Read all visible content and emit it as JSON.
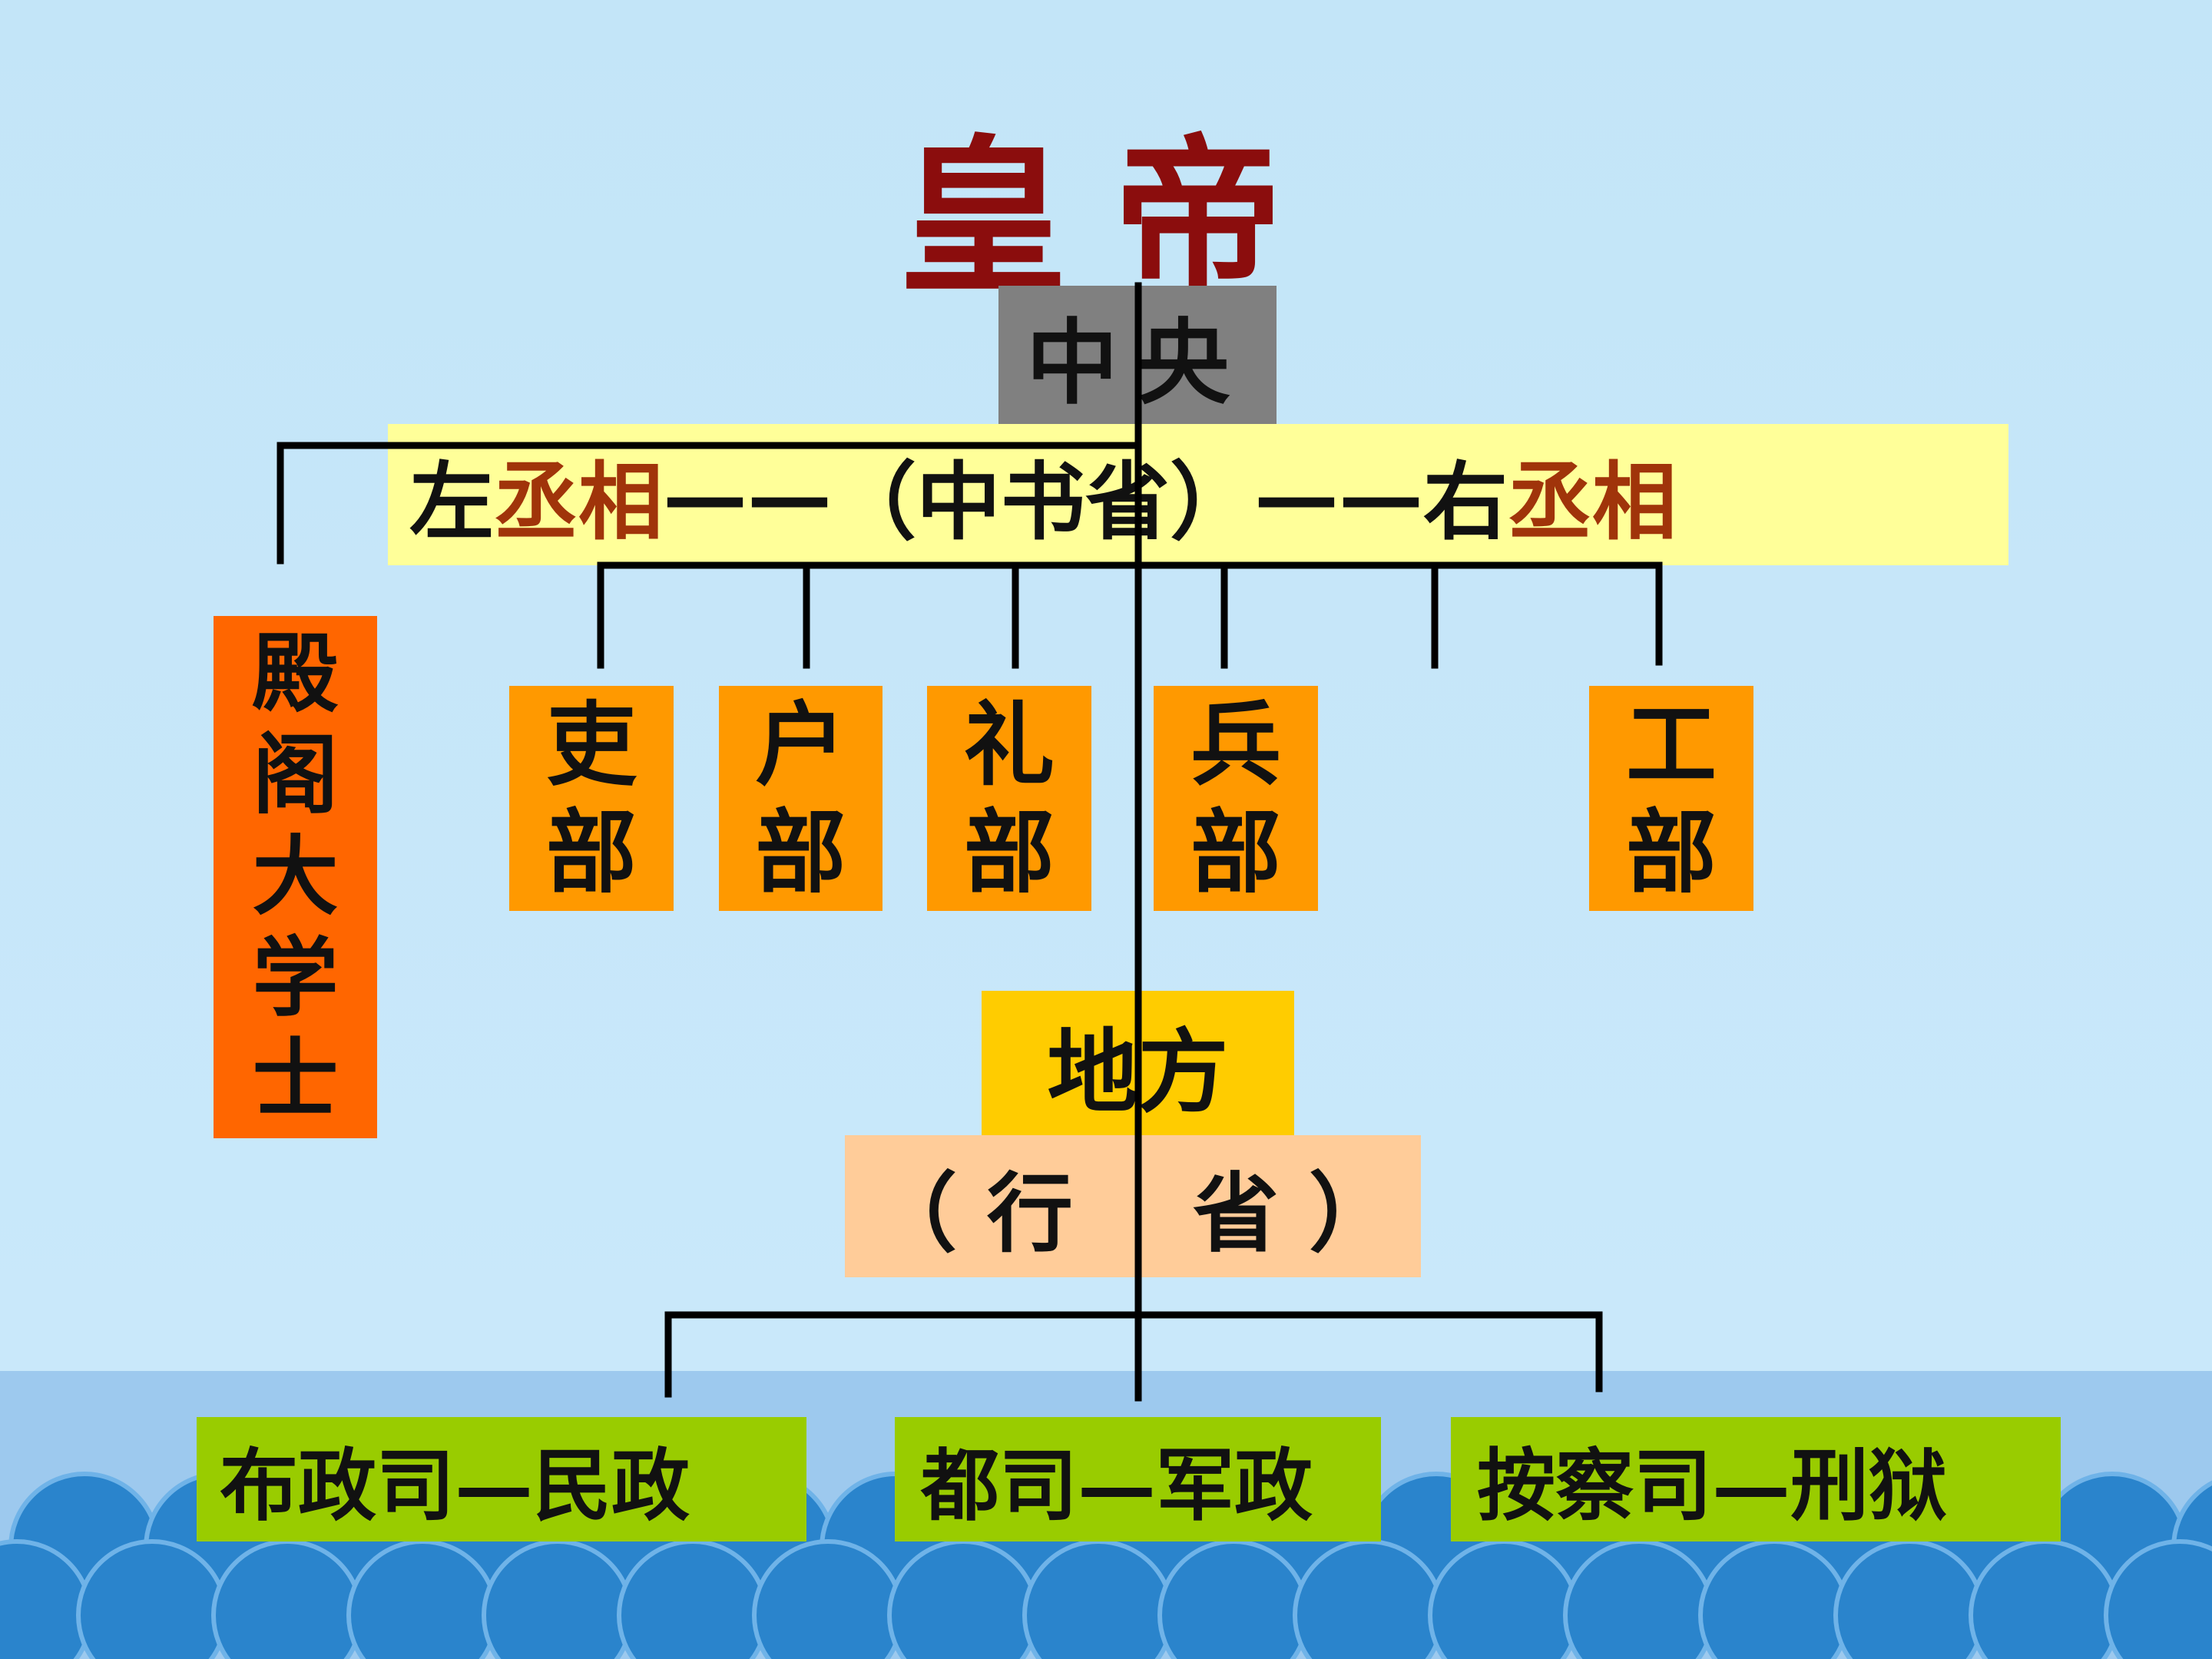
{
  "title": "皇帝",
  "central": {
    "label": "中央"
  },
  "chancellor_row": {
    "left_prefix": "左",
    "left_role": "丞相",
    "dash1": "——",
    "middle": "（中书省）",
    "dash2": "——",
    "right_prefix": "右",
    "right_role": "丞相"
  },
  "grand_secretary": {
    "chars": [
      "殿",
      "阁",
      "大",
      "学",
      "士"
    ]
  },
  "ministries": [
    {
      "chars": [
        "吏",
        "部"
      ]
    },
    {
      "chars": [
        "户",
        "部"
      ]
    },
    {
      "chars": [
        "礼",
        "部"
      ]
    },
    {
      "chars": [
        "兵",
        "部"
      ]
    },
    {
      "chars": [
        "工",
        "部"
      ]
    }
  ],
  "local": {
    "label": "地方"
  },
  "province": {
    "label": "（ 行    省 ）"
  },
  "departments": [
    {
      "label": "布政司—民政"
    },
    {
      "label": "都司—军政"
    },
    {
      "label": "按察司—刑狱"
    }
  ],
  "colors": {
    "title": "#8b0d0d",
    "central_box": "#808080",
    "chancellor_band": "#ffff99",
    "grand_secretary_box": "#ff6600",
    "ministry_box": "#ff9900",
    "local_box": "#ffcc00",
    "province_box": "#ffcc99",
    "department_box": "#99cc00",
    "wave_dark": "#2a84cc"
  }
}
